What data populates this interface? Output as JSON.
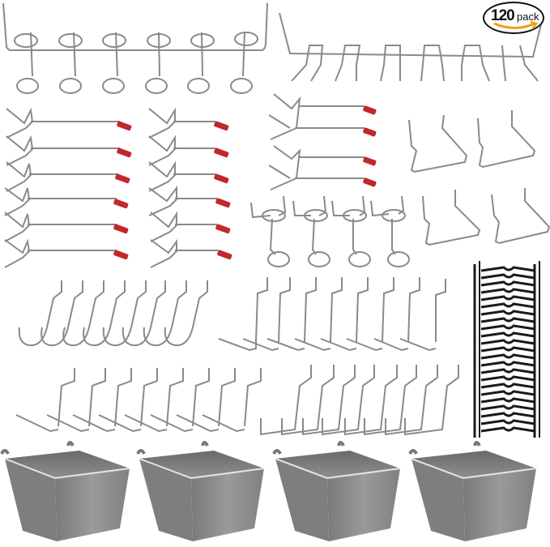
{
  "badge": {
    "count": "120",
    "unit": "pack",
    "smile_color": "#f39c12"
  },
  "colors": {
    "metal": "#9a9a9a",
    "metal_dark": "#555555",
    "metal_highlight": "#e8e8e8",
    "tip_red": "#c0282b",
    "bin_gray": "#8c8c8c",
    "bin_dark": "#5e5e5e",
    "clip_black": "#1a1a1a",
    "background": "#ffffff"
  },
  "items": [
    {
      "name": "six-ring-tool-holder",
      "count": 1
    },
    {
      "name": "multi-prong-rack",
      "count": 1
    },
    {
      "name": "long-single-hooks-red-tip",
      "count": 6
    },
    {
      "name": "short-single-hooks-red-tip",
      "count": 6
    },
    {
      "name": "double-hooks-red-tip",
      "count": 2
    },
    {
      "name": "u-shaped-hooks",
      "count": 4
    },
    {
      "name": "single-ring-hooks",
      "count": 4
    },
    {
      "name": "j-hooks",
      "count": 8
    },
    {
      "name": "l-hooks-long",
      "count": 8
    },
    {
      "name": "l-hooks-short",
      "count": 8
    },
    {
      "name": "l-hooks-upright",
      "count": 8
    },
    {
      "name": "black-locking-clips-strip",
      "count": 1
    },
    {
      "name": "gray-storage-bins",
      "count": 4
    }
  ]
}
